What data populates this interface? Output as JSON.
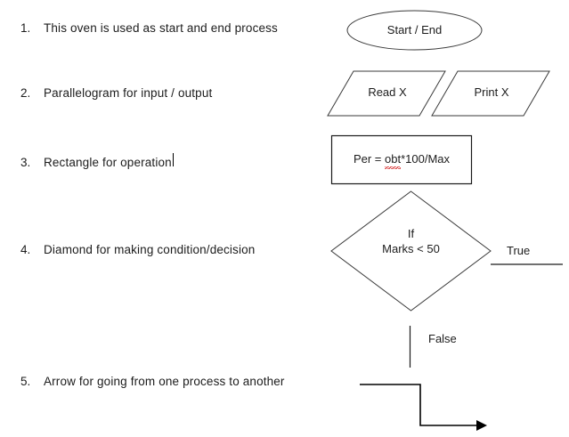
{
  "legend": {
    "items": [
      {
        "number": "1.",
        "text": "This oven is used as start and end process",
        "has_caret": false
      },
      {
        "number": "2.",
        "text": "Parallelogram for input / output",
        "has_caret": false
      },
      {
        "number": "3.",
        "text": "Rectangle for operation",
        "has_caret": true
      },
      {
        "number": "4.",
        "text": "Diamond for making condition/decision",
        "has_caret": false
      },
      {
        "number": "5.",
        "text": "Arrow for going from one process to another",
        "has_caret": false
      }
    ]
  },
  "flowchart": {
    "terminator": {
      "label": "Start / End"
    },
    "input_output": [
      {
        "label": "Read X"
      },
      {
        "label": "Print X"
      }
    ],
    "process": {
      "label_before": "Per = ",
      "label_misspelled": "obt",
      "label_after": "*100/Max"
    },
    "decision": {
      "line1": "If",
      "line2": "Marks < 50"
    },
    "branches": {
      "true_label": "True",
      "false_label": "False"
    }
  },
  "colors": {
    "background": "#ffffff",
    "text": "#1c1c1c",
    "shape_stroke": "#3a3a3a",
    "line_stroke": "#000000",
    "spellcheck_underline": "#d62b2b"
  }
}
